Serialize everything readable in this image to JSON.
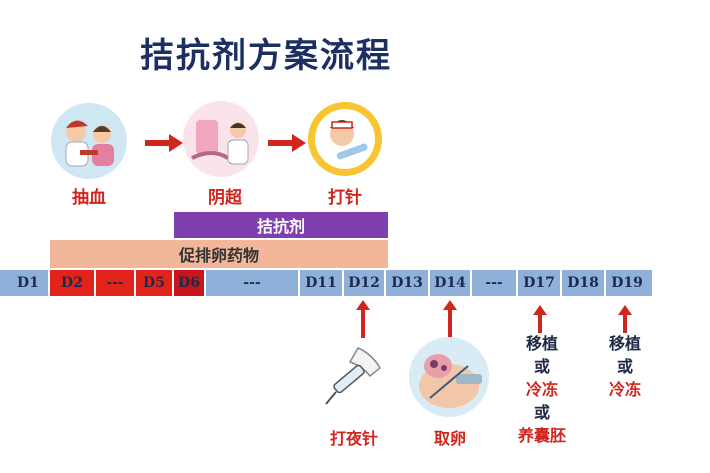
{
  "title": "拮抗剂方案流程",
  "steps": [
    {
      "label": "抽血",
      "icon": "blood-draw-icon"
    },
    {
      "label": "阴超",
      "icon": "ultrasound-exam-icon"
    },
    {
      "label": "打针",
      "icon": "injection-nurse-icon"
    }
  ],
  "bars": {
    "antagonist": "拮抗剂",
    "ovulation_drug": "促排卵药物"
  },
  "timeline": {
    "cells": [
      "D1",
      "D2",
      "---",
      "D5",
      "D6",
      "---",
      "D11",
      "D12",
      "D13",
      "D14",
      "---",
      "D17",
      "D18",
      "D19"
    ]
  },
  "events": {
    "night_shot": "打夜针",
    "egg_retrieval": "取卵",
    "d17": {
      "line1": "移植",
      "line2": "或",
      "line3": "冷冻",
      "line4": "或",
      "line5": "养囊胚"
    },
    "d19": {
      "line1": "移植",
      "line2": "或",
      "line3": "冷冻"
    }
  },
  "colors": {
    "accent_red": "#d1261e",
    "title_navy": "#1c2f63",
    "purple": "#7f3fae",
    "peach": "#f2b79a",
    "timeline_blue": "#8fb0d8"
  }
}
